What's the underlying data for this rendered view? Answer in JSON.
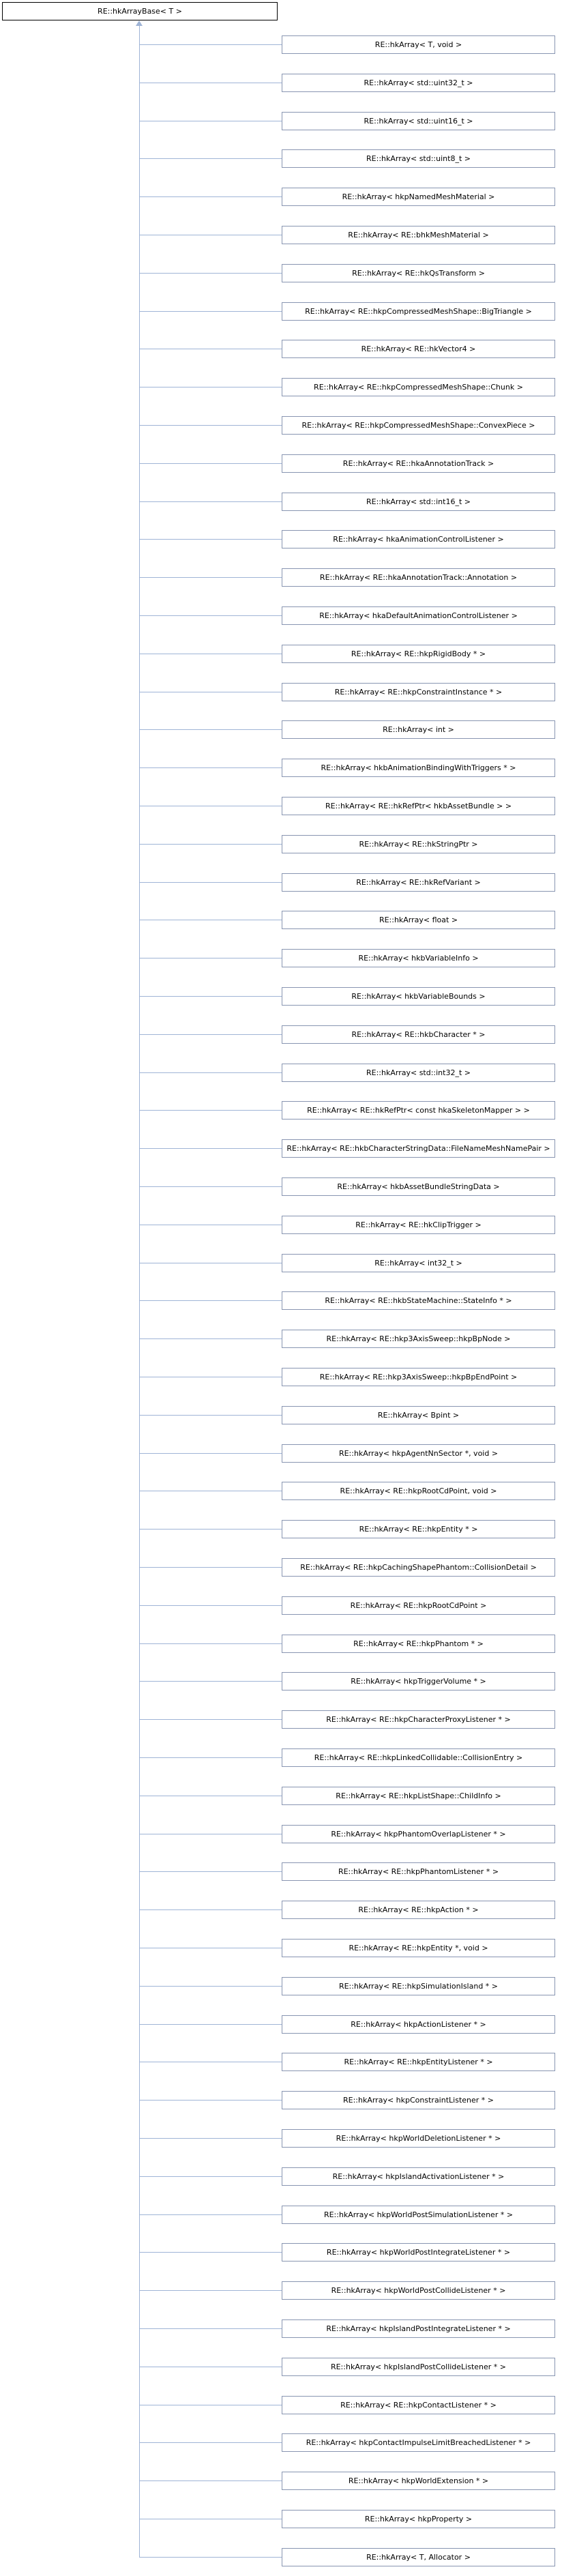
{
  "diagram": {
    "base": {
      "label": "RE::hkArrayBase< T >"
    },
    "children": [
      {
        "label": "RE::hkArray< T, void >"
      },
      {
        "label": "RE::hkArray< std::uint32_t >"
      },
      {
        "label": "RE::hkArray< std::uint16_t >"
      },
      {
        "label": "RE::hkArray< std::uint8_t >"
      },
      {
        "label": "RE::hkArray< hkpNamedMeshMaterial >"
      },
      {
        "label": "RE::hkArray< RE::bhkMeshMaterial >"
      },
      {
        "label": "RE::hkArray< RE::hkQsTransform >"
      },
      {
        "label": "RE::hkArray< RE::hkpCompressedMeshShape::BigTriangle >"
      },
      {
        "label": "RE::hkArray< RE::hkVector4 >"
      },
      {
        "label": "RE::hkArray< RE::hkpCompressedMeshShape::Chunk >"
      },
      {
        "label": "RE::hkArray< RE::hkpCompressedMeshShape::ConvexPiece >"
      },
      {
        "label": "RE::hkArray< RE::hkaAnnotationTrack >"
      },
      {
        "label": "RE::hkArray< std::int16_t >"
      },
      {
        "label": "RE::hkArray< hkaAnimationControlListener >"
      },
      {
        "label": "RE::hkArray< RE::hkaAnnotationTrack::Annotation >"
      },
      {
        "label": "RE::hkArray< hkaDefaultAnimationControlListener >"
      },
      {
        "label": "RE::hkArray< RE::hkpRigidBody * >"
      },
      {
        "label": "RE::hkArray< RE::hkpConstraintInstance * >"
      },
      {
        "label": "RE::hkArray< int >"
      },
      {
        "label": "RE::hkArray< hkbAnimationBindingWithTriggers * >"
      },
      {
        "label": "RE::hkArray< RE::hkRefPtr< hkbAssetBundle > >"
      },
      {
        "label": "RE::hkArray< RE::hkStringPtr >"
      },
      {
        "label": "RE::hkArray< RE::hkRefVariant >"
      },
      {
        "label": "RE::hkArray< float >"
      },
      {
        "label": "RE::hkArray< hkbVariableInfo >"
      },
      {
        "label": "RE::hkArray< hkbVariableBounds >"
      },
      {
        "label": "RE::hkArray< RE::hkbCharacter * >"
      },
      {
        "label": "RE::hkArray< std::int32_t >"
      },
      {
        "label": "RE::hkArray< RE::hkRefPtr< const hkaSkeletonMapper > >"
      },
      {
        "label": "RE::hkArray< RE::hkbCharacterStringData::FileNameMeshNamePair >"
      },
      {
        "label": "RE::hkArray< hkbAssetBundleStringData >"
      },
      {
        "label": "RE::hkArray< RE::hkClipTrigger >"
      },
      {
        "label": "RE::hkArray< int32_t >"
      },
      {
        "label": "RE::hkArray< RE::hkbStateMachine::StateInfo * >"
      },
      {
        "label": "RE::hkArray< RE::hkp3AxisSweep::hkpBpNode >"
      },
      {
        "label": "RE::hkArray< RE::hkp3AxisSweep::hkpBpEndPoint >"
      },
      {
        "label": "RE::hkArray< Bpint >"
      },
      {
        "label": "RE::hkArray< hkpAgentNnSector *, void >"
      },
      {
        "label": "RE::hkArray< RE::hkpRootCdPoint, void >"
      },
      {
        "label": "RE::hkArray< RE::hkpEntity * >"
      },
      {
        "label": "RE::hkArray< RE::hkpCachingShapePhantom::CollisionDetail >"
      },
      {
        "label": "RE::hkArray< RE::hkpRootCdPoint >"
      },
      {
        "label": "RE::hkArray< RE::hkpPhantom * >"
      },
      {
        "label": "RE::hkArray< hkpTriggerVolume * >"
      },
      {
        "label": "RE::hkArray< RE::hkpCharacterProxyListener * >"
      },
      {
        "label": "RE::hkArray< RE::hkpLinkedCollidable::CollisionEntry >"
      },
      {
        "label": "RE::hkArray< RE::hkpListShape::ChildInfo >"
      },
      {
        "label": "RE::hkArray< hkpPhantomOverlapListener * >"
      },
      {
        "label": "RE::hkArray< RE::hkpPhantomListener * >"
      },
      {
        "label": "RE::hkArray< RE::hkpAction * >"
      },
      {
        "label": "RE::hkArray< RE::hkpEntity *, void >"
      },
      {
        "label": "RE::hkArray< RE::hkpSimulationIsland * >"
      },
      {
        "label": "RE::hkArray< hkpActionListener * >"
      },
      {
        "label": "RE::hkArray< RE::hkpEntityListener * >"
      },
      {
        "label": "RE::hkArray< hkpConstraintListener * >"
      },
      {
        "label": "RE::hkArray< hkpWorldDeletionListener * >"
      },
      {
        "label": "RE::hkArray< hkpIslandActivationListener * >"
      },
      {
        "label": "RE::hkArray< hkpWorldPostSimulationListener * >"
      },
      {
        "label": "RE::hkArray< hkpWorldPostIntegrateListener * >"
      },
      {
        "label": "RE::hkArray< hkpWorldPostCollideListener * >"
      },
      {
        "label": "RE::hkArray< hkpIslandPostIntegrateListener * >"
      },
      {
        "label": "RE::hkArray< hkpIslandPostCollideListener * >"
      },
      {
        "label": "RE::hkArray< RE::hkpContactListener * >"
      },
      {
        "label": "RE::hkArray< hkpContactImpulseLimitBreachedListener * >"
      },
      {
        "label": "RE::hkArray< hkpWorldExtension * >"
      },
      {
        "label": "RE::hkArray< hkpProperty >"
      },
      {
        "label": "RE::hkArray< T, Allocator >"
      }
    ]
  }
}
